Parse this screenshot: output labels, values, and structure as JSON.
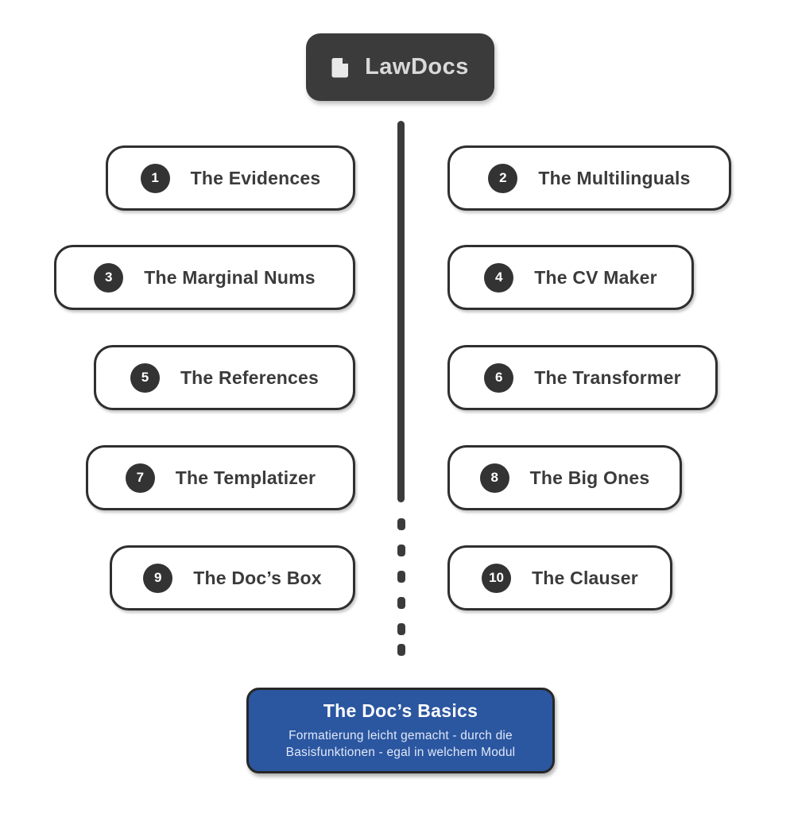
{
  "header": {
    "title": "LawDocs",
    "icon": "document-icon",
    "bg_color": "#3b3b3b",
    "text_color": "#d9d9d9"
  },
  "modules": [
    {
      "number": "1",
      "label": "The Evidences",
      "side": "left"
    },
    {
      "number": "2",
      "label": "The Multilinguals",
      "side": "right"
    },
    {
      "number": "3",
      "label": "The Marginal Nums",
      "side": "left"
    },
    {
      "number": "4",
      "label": "The CV Maker",
      "side": "right"
    },
    {
      "number": "5",
      "label": "The References",
      "side": "left"
    },
    {
      "number": "6",
      "label": "The Transformer",
      "side": "right"
    },
    {
      "number": "7",
      "label": "The Templatizer",
      "side": "left"
    },
    {
      "number": "8",
      "label": "The Big Ones",
      "side": "right"
    },
    {
      "number": "9",
      "label": "The Doc’s Box",
      "side": "left"
    },
    {
      "number": "10",
      "label": "The Clauser",
      "side": "right"
    }
  ],
  "footer": {
    "title": "The Doc’s Basics",
    "subtitle_line1": "Formatierung leicht gemacht - durch die",
    "subtitle_line2": "Basisfunktionen - egal in welchem Modul",
    "bg_color": "#2b56a0",
    "title_color": "#ffffff",
    "subtitle_color": "#dfe8f7"
  },
  "colors": {
    "background": "#ffffff",
    "dark": "#3b3b3b",
    "card_border": "#2f2f2f",
    "card_text": "#3b3b3b",
    "timeline": "#3b3b3b"
  }
}
